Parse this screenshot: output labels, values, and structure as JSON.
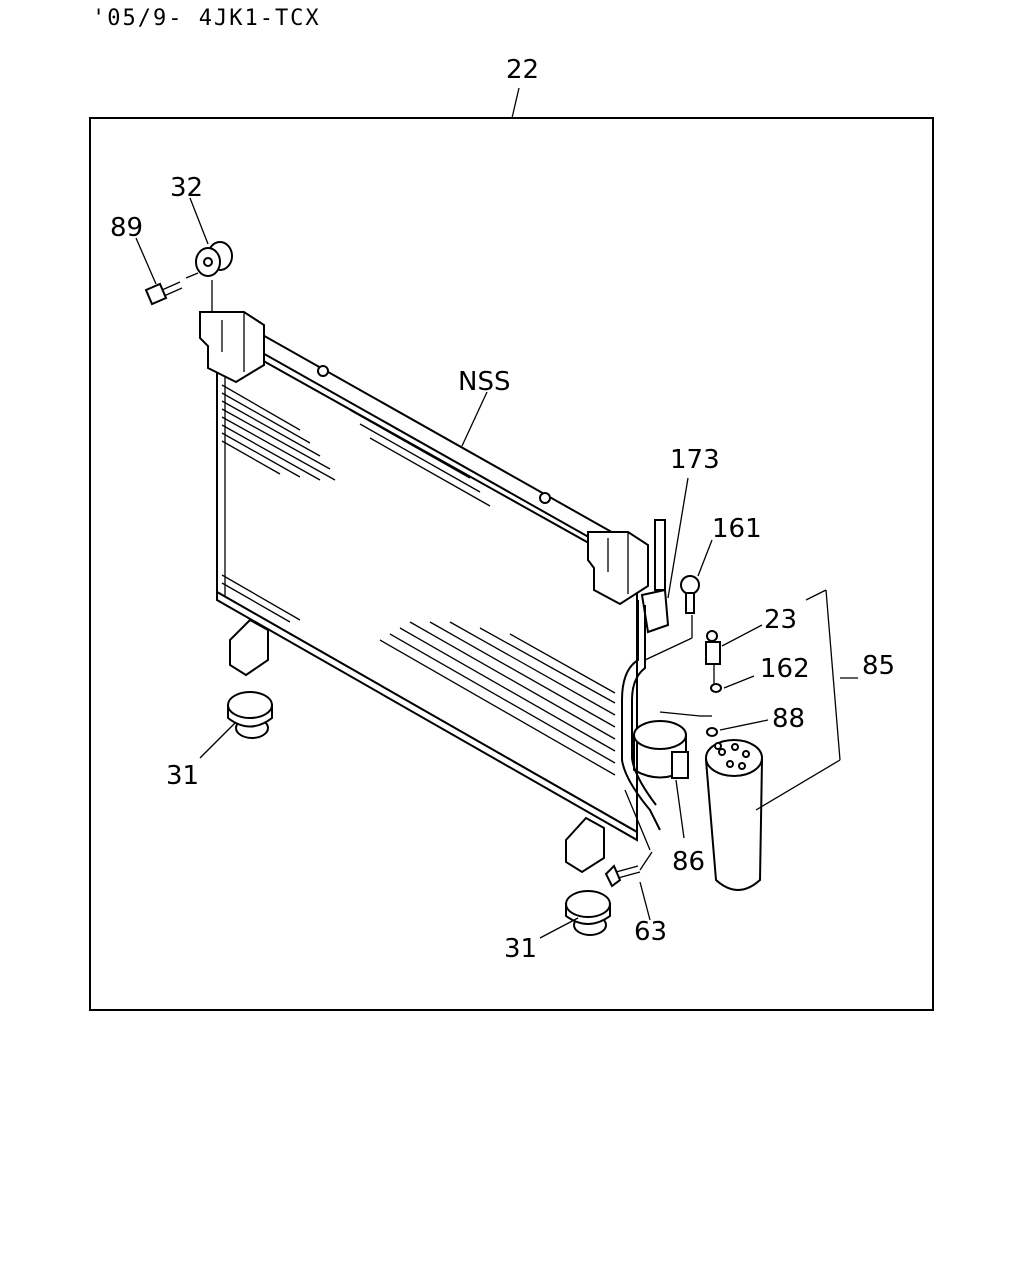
{
  "header": {
    "model_code": "'05/9- 4JK1-TCX"
  },
  "callouts": {
    "assembly": "22",
    "bracket_cushion": "32",
    "bolt_top": "89",
    "condenser_label": "NSS",
    "pipe_173": "173",
    "bolt_161": "161",
    "switch_23": "23",
    "oring_162": "162",
    "oring_88": "88",
    "receiver_drier": "85",
    "bracket_86": "86",
    "bolt_63": "63",
    "cushion_left": "31",
    "cushion_right": "31"
  }
}
